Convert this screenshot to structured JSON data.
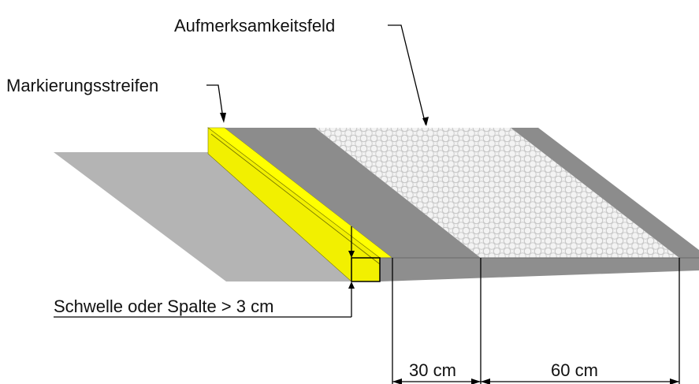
{
  "labels": {
    "attention_field": "Aufmerksamkeitsfeld",
    "marking_strip": "Markierungsstreifen",
    "threshold_gap": "Schwelle oder Spalte > 3 cm",
    "width_dark_band": "30 cm",
    "width_attention_field": "60 cm"
  },
  "colors": {
    "walkway_surface": "#b4b4b4",
    "platform_edge": "#8c8c8c",
    "marking_strip": "#ffff00",
    "attention_field_fill": "#f3f3f3",
    "attention_field_dots": "#c8c8c8",
    "line": "#000000"
  }
}
